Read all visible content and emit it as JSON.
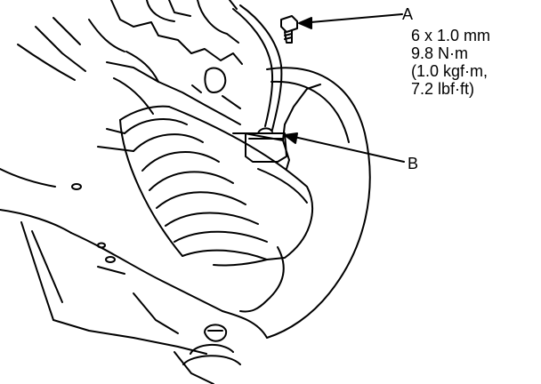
{
  "callouts": {
    "a": {
      "letter": "A",
      "spec_lines": [
        "6 x 1.0 mm",
        "9.8 N·m",
        "(1.0 kgf·m,",
        "7.2 lbf·ft)"
      ]
    },
    "b": {
      "letter": "B"
    }
  },
  "colors": {
    "ink": "#000000",
    "paper": "#ffffff"
  }
}
